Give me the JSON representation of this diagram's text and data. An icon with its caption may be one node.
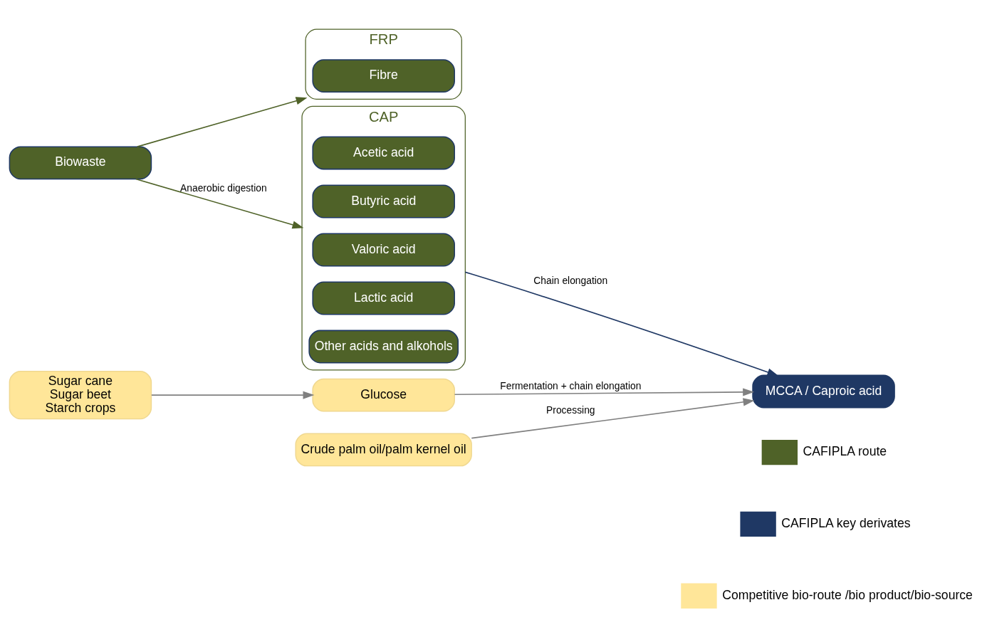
{
  "diagram": {
    "nodes": [
      {
        "text": [
          "Biowaste"
        ]
      },
      {
        "text": [
          "FRP"
        ]
      },
      {
        "text": [
          "Fibre"
        ],
        "in": 1
      },
      {
        "text": [
          "CAP"
        ]
      },
      {
        "text": [
          "Acetic acid"
        ],
        "in": 3
      },
      {
        "text": [
          "Butyric acid"
        ],
        "in": 3
      },
      {
        "text": [
          "Valoric acid"
        ],
        "in": 3
      },
      {
        "text": [
          "Lactic acid"
        ],
        "in": 3
      },
      {
        "text": [
          "Other acids and alkohols"
        ],
        "in": 3
      },
      {
        "text": [
          "MCCA / Caproic acid"
        ]
      },
      {
        "text": [
          "Sugar cane",
          "Sugar beet",
          "Starch crops"
        ]
      },
      {
        "text": [
          "Glucose"
        ]
      },
      {
        "text": [
          "Crude palm oil/palm kernel oil"
        ]
      }
    ],
    "edges": [
      {
        "from": 0,
        "to": 1,
        "arrow": "to",
        "color": "#4f6228"
      },
      {
        "from": 0,
        "to": 3,
        "arrow": "to",
        "label": "Anaerobic digestion",
        "color": "#4f6228"
      },
      {
        "from": 3,
        "to": 9,
        "arrow": "to",
        "label": "Chain elongation",
        "color": "#1f3864"
      },
      {
        "from": 10,
        "to": 11,
        "arrow": "to"
      },
      {
        "from": 11,
        "to": 9,
        "arrow": "to",
        "label": "Fermentation + chain elongation"
      },
      {
        "from": 12,
        "to": 9,
        "arrow": "to",
        "label": "Processing"
      }
    ],
    "legend": [
      {
        "text": "CAFIPLA route",
        "color": "#4f6228"
      },
      {
        "text": "CAFIPLA key derivates",
        "color": "#1f3864"
      },
      {
        "text": "Competitive bio-route /bio product/bio-source",
        "color": "#ffe699"
      }
    ]
  }
}
